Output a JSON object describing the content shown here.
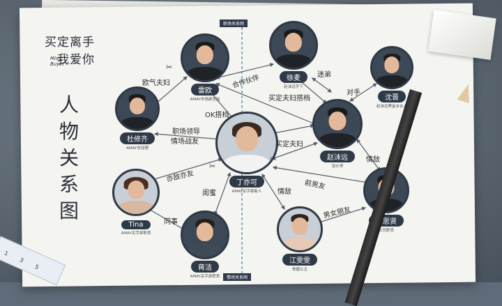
{
  "logo": {
    "line1": "买定离手",
    "line2": "我爱你",
    "subtitle_line1": "Miss",
    "subtitle_line2": "Buyer"
  },
  "title": [
    "人",
    "物",
    "关",
    "系",
    "图"
  ],
  "banners": {
    "workplace": "职场关系网",
    "romance": "情场关系网"
  },
  "characters": {
    "leiou": {
      "name": "雷欧",
      "role": "AMAY市场部总监"
    },
    "xumai": {
      "name": "徐麦",
      "role": "赵沫远手下"
    },
    "shenjin": {
      "name": "沈晋",
      "role": "赵沫远黑金合伙人"
    },
    "duxiuqi": {
      "name": "杜修齐",
      "role": "AMAY总经理"
    },
    "zhaomoyuan": {
      "name": "赵沫远",
      "role": "设计师"
    },
    "dingyike": {
      "name": "丁亦可",
      "role": "AMAY买手部新人"
    },
    "tina": {
      "name": "Tina",
      "role": "AMAY买手部职员"
    },
    "linsixian": {
      "name": "林思贤",
      "role": "公司职员"
    },
    "jiangwenwen": {
      "name": "江雯雯",
      "role": "贵圈公主"
    },
    "jiangjie": {
      "name": "蒋洁",
      "role": "AMAY买手部职员"
    }
  },
  "relations": {
    "ouqi_fufu": "欧气夫妇",
    "hezuo": "合作伙伴",
    "mimi": "迷弟",
    "maiding_dang": "买定夫妇搭档",
    "duishou": "对手",
    "ok_dadang": "OK搭档",
    "zhichang": "职场领导",
    "qingchang": "情场战友",
    "maiding_fufu": "买定夫妇",
    "qingdi1": "情敌",
    "yidi": "亦敌亦友",
    "guimi": "闺蜜",
    "qingdi2": "情敌",
    "qiannanyou": "前男友",
    "tongshi": "同事",
    "nannv": "男女朋友"
  },
  "colors": {
    "tag": "#2f3a48",
    "line": "#555e68",
    "paper": "#f4f4f1"
  }
}
